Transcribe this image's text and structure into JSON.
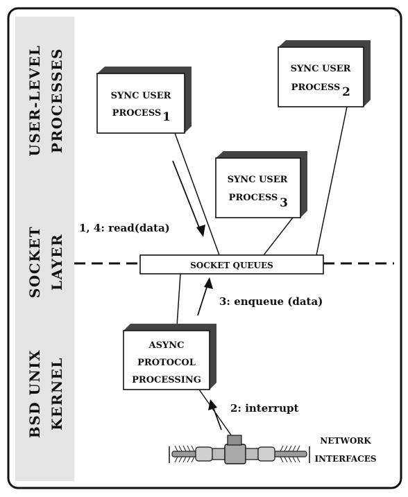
{
  "bands": [
    {
      "label": "USER-LEVEL"
    },
    {
      "label": "PROCESSES"
    },
    {
      "label": "SOCKET"
    },
    {
      "label": "LAYER"
    },
    {
      "label": "BSD UNIX"
    },
    {
      "label": "KERNEL"
    }
  ],
  "processes": {
    "p1": {
      "line1": "SYNC USER",
      "line2": "PROCESS",
      "sub": "1"
    },
    "p2": {
      "line1": "SYNC USER",
      "line2": "PROCESS",
      "sub": "2"
    },
    "p3": {
      "line1": "SYNC USER",
      "line2": "PROCESS",
      "sub": "3"
    }
  },
  "socket_queues": "SOCKET QUEUES",
  "async": {
    "line1": "ASYNC",
    "line2": "PROTOCOL",
    "line3": "PROCESSING"
  },
  "steps": {
    "read": "1, 4: read(data)",
    "enqueue": "3: enqueue (data)",
    "interrupt": "2: interrupt"
  },
  "network": {
    "line1": "NETWORK",
    "line2": "INTERFACES"
  },
  "colors": {
    "band_bg": "#e4e4e4",
    "box_shadow": "#444444",
    "ink": "#111111"
  }
}
